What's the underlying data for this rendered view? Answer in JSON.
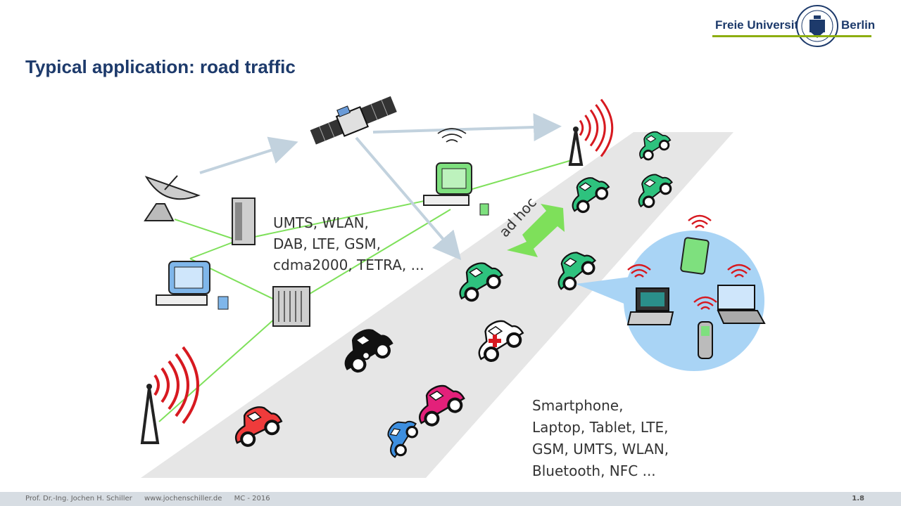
{
  "header": {
    "logo_left": "Freie Universität",
    "logo_right": "Berlin",
    "title": "Typical application: road traffic"
  },
  "labels": {
    "tech_lines": [
      "UMTS, WLAN,",
      "DAB, LTE, GSM,",
      "cdma2000, TETRA, ..."
    ],
    "adhoc": "ad hoc",
    "device_lines": [
      "Smartphone,",
      "Laptop, Tablet, LTE,",
      "GSM, UMTS, WLAN,",
      "Bluetooth, NFC ..."
    ]
  },
  "footer": {
    "author": "Prof. Dr.-Ing. Jochen H. Schiller",
    "website": "www.jochenschiller.de",
    "course": "MC - 2016",
    "page": "1.8"
  },
  "colors": {
    "title": "#1d3a6b",
    "link_line": "#7ee05a",
    "signal": "#d71920",
    "car_green": "#2ec27e",
    "car_red": "#ef3b3b",
    "car_pink": "#e3207a",
    "car_blue": "#3d8fe0",
    "road": "#e6e6e6",
    "bubble": "#a9d4f5",
    "arrow": "#c2d2de"
  }
}
